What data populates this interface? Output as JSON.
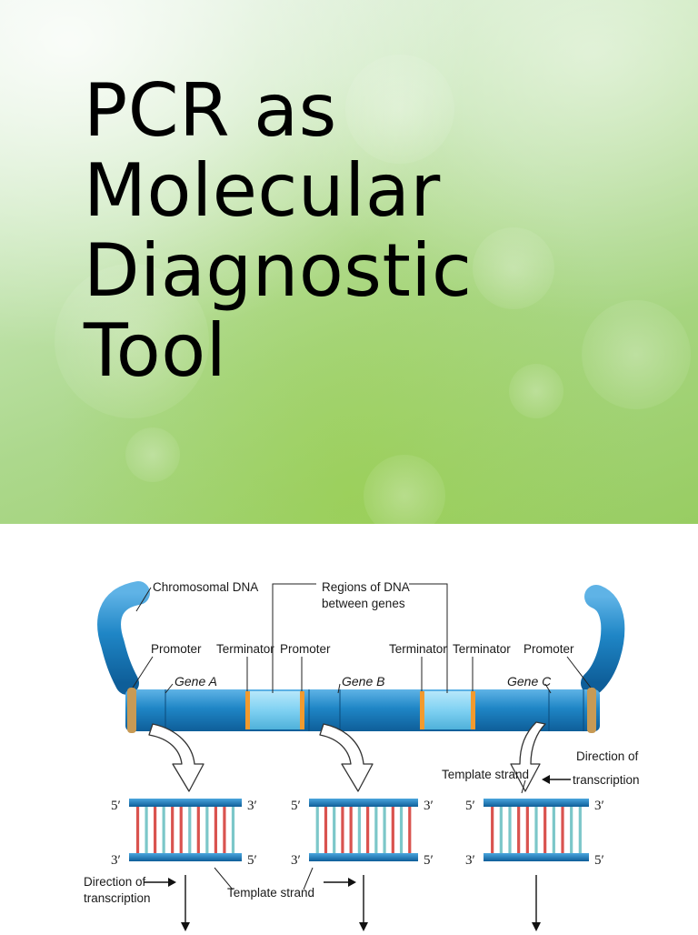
{
  "slide": {
    "title_lines": [
      "PCR as",
      "Molecular",
      "Diagnostic",
      "Tool"
    ]
  },
  "figure": {
    "labels": {
      "chromosomal_dna": "Chromosomal DNA",
      "regions_line1": "Regions of DNA",
      "regions_line2": "between genes",
      "promoter": "Promoter",
      "terminator": "Terminator",
      "gene_a": "Gene A",
      "gene_b": "Gene B",
      "gene_c": "Gene C",
      "template_strand": "Template strand",
      "direction_line1": "Direction of",
      "direction_line2": "transcription",
      "five_prime": "5′",
      "three_prime": "3′"
    },
    "colors": {
      "dna_blue": "#1f86c6",
      "dna_dark": "#0e5e99",
      "intergenic": "#7fd1f2",
      "marker": "#f29a2e",
      "base_red": "#d9534f",
      "base_teal": "#7cc7c9"
    }
  }
}
